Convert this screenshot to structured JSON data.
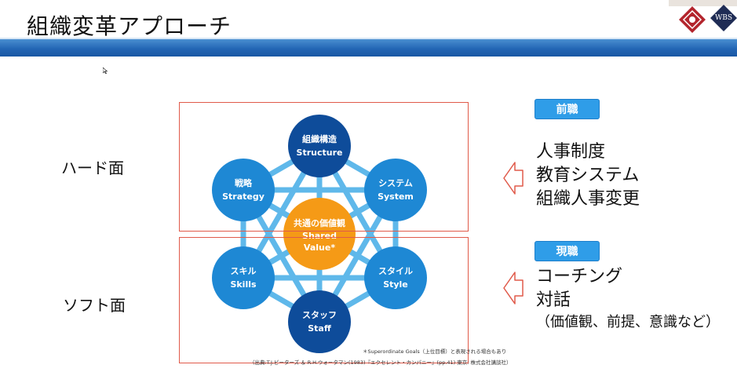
{
  "title": "組織変革アプローチ",
  "logo": {
    "text": "WBS"
  },
  "labels": {
    "hard": "ハード面",
    "soft": "ソフト面"
  },
  "diagram": {
    "nodes": [
      {
        "id": "structure",
        "jp": "組織構造",
        "en": "Structure"
      },
      {
        "id": "system",
        "jp": "システム",
        "en": "System"
      },
      {
        "id": "style",
        "jp": "スタイル",
        "en": "Style"
      },
      {
        "id": "staff",
        "jp": "スタッフ",
        "en": "Staff"
      },
      {
        "id": "skills",
        "jp": "スキル",
        "en": "Skills"
      },
      {
        "id": "strategy",
        "jp": "戦略",
        "en": "Strategy"
      }
    ],
    "center": {
      "jp": "共通の価値観",
      "en1": "Shared",
      "en2": "Value*"
    },
    "footnote1": "＊Superordinate Goals（上位目標）と表現される場合もあり",
    "footnote2": "（出典:T.J.ピーターズ ＆ R.H.ウォータマン(1983)『エクセレント・カンパニー』(pp.41) 東京: 株式会社講談社）"
  },
  "colors": {
    "node_fill": "#1e88d4",
    "node_dark": "#0e4c9a",
    "center_fill": "#f59a16",
    "lines": "#5fb8ea",
    "red_box": "#e05a4a",
    "tag": "#2f9de8"
  },
  "previous": {
    "tag": "前職",
    "items": [
      "人事制度",
      "教育システム",
      "組織人事変更"
    ]
  },
  "current": {
    "tag": "現職",
    "items": [
      "コーチング",
      "対話",
      "（価値観、前提、意識など）"
    ]
  }
}
